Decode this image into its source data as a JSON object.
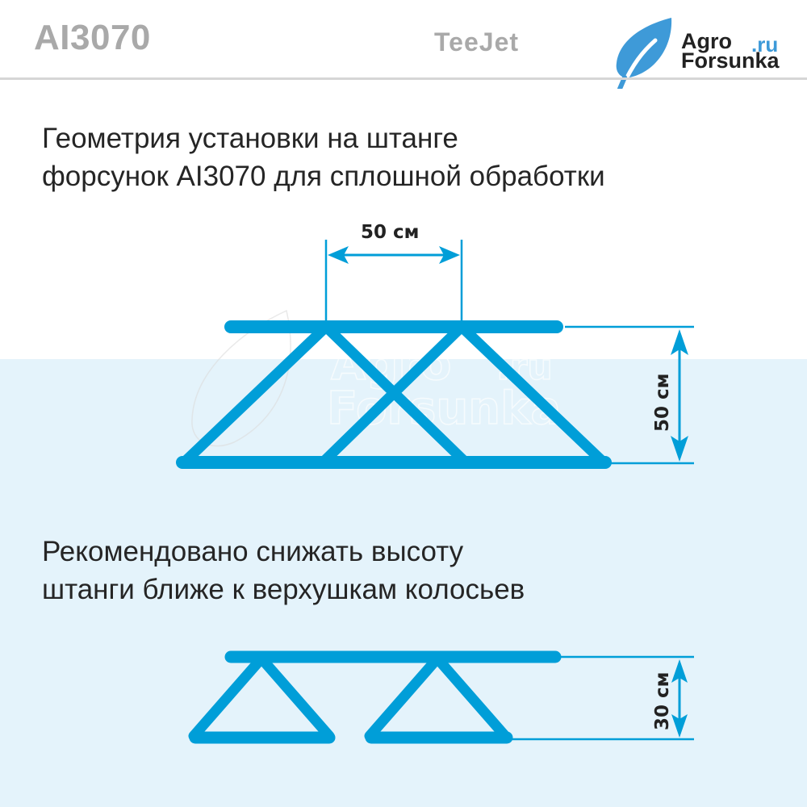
{
  "header": {
    "model": "AI3070",
    "brand": "TeeJet",
    "logo": {
      "line1": "Agro",
      "line2": "Forsunka",
      "suffix": ".ru",
      "icon": "leaf-icon"
    }
  },
  "section1": {
    "title_line1": "Геометрия установки на штанге",
    "title_line2": "форсунок AI3070 для сплошной обработки",
    "spacing_label": "50 см",
    "height_label": "50 см"
  },
  "section2": {
    "title_line1": "Рекомендовано снижать высоту",
    "title_line2": "штанги ближе к верхушкам колосьев",
    "height_label": "30 см"
  },
  "watermark": {
    "line1": "Agro",
    "line2": "Forsunka",
    "suffix": ".ru"
  },
  "colors": {
    "accent": "#009ed8",
    "logo_blue": "#3e9ad8",
    "text": "#252525",
    "header_gray": "#a9a9a9",
    "lower_background": "#e4f3fb"
  }
}
